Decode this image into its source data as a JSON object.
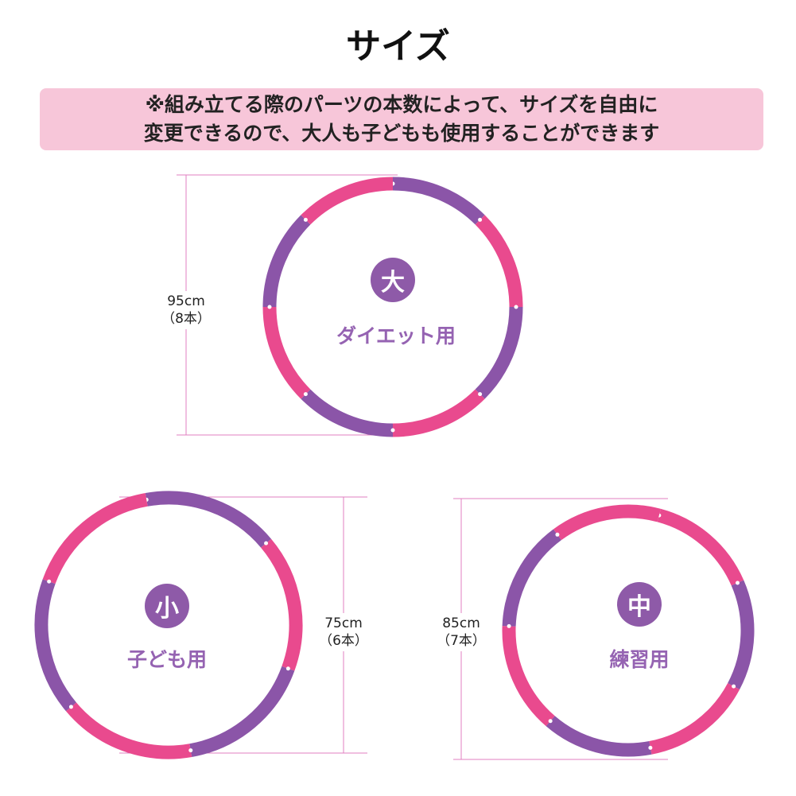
{
  "title": "サイズ",
  "banner": {
    "line1": "※組み立てる際のパーツの本数によって、サイズを自由に",
    "line2": "変更できるので、大人も子どもも使用することができます"
  },
  "colors": {
    "pink": "#e94a8e",
    "purple": "#8b55a8",
    "badge": "#8e5aa8",
    "banner": "#f7c6d9",
    "guide": "#e07fc0"
  },
  "hoops": [
    {
      "size_label": "大",
      "purpose": "ダイエット用",
      "diameter": "95cm",
      "pieces": "（8本）",
      "segments": 8
    },
    {
      "size_label": "小",
      "purpose": "子ども用",
      "diameter": "75cm",
      "pieces": "（6本）",
      "segments": 6
    },
    {
      "size_label": "中",
      "purpose": "練習用",
      "diameter": "85cm",
      "pieces": "（7本）",
      "segments": 7
    }
  ]
}
